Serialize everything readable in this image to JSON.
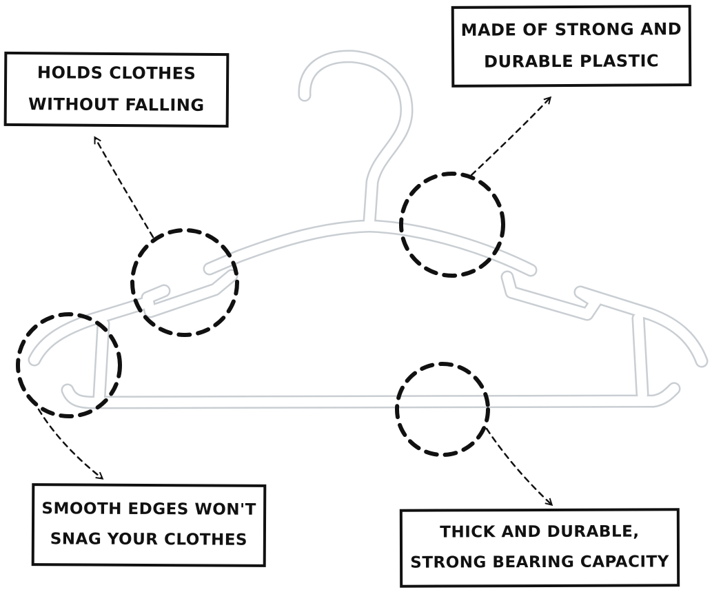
{
  "callouts": {
    "holds": {
      "line1": "HOLDS CLOTHES",
      "line2": "WITHOUT FALLING"
    },
    "material": {
      "line1": "MADE OF STRONG AND",
      "line2": "DURABLE PLASTIC"
    },
    "edges": {
      "line1": "SMOOTH EDGES WON'T",
      "line2": "SNAG YOUR CLOTHES"
    },
    "thick": {
      "line1": "THICK AND DURABLE,",
      "line2": "STRONG BEARING CAPACITY"
    }
  },
  "colors": {
    "ink": "#111111",
    "hanger_fill": "#ffffff",
    "hanger_outline": "#c9ced3",
    "background": "#ffffff"
  },
  "icons": {
    "hanger": "clothes-hanger-icon",
    "highlight": "dashed-circle",
    "pointer": "dashed-arrow"
  }
}
